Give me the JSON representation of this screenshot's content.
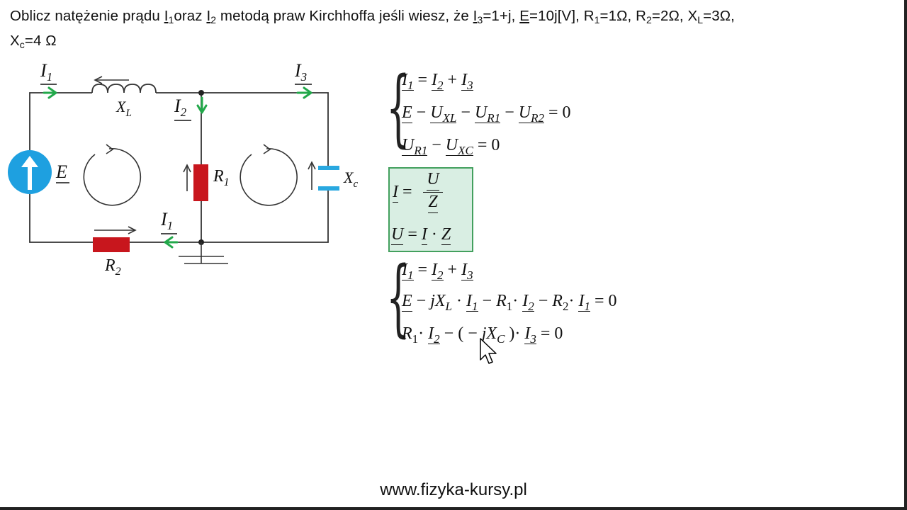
{
  "problem": {
    "seg1": "Oblicz natężenie prądu ",
    "I1_base": "I",
    "I1_sub": "1",
    "seg2": "oraz ",
    "I2_base": "I",
    "I2_sub": "2",
    "seg3": " metodą praw Kirchhoffa jeśli wiesz, że ",
    "I3_base": "I",
    "I3_sub": "3",
    "seg4": "=1+j, ",
    "E": "E",
    "seg5": "=10j[V], R",
    "R1_sub": "1",
    "seg6": "=1Ω, R",
    "R2_sub": "2",
    "seg7": "=2Ω, X",
    "XL_sub": "L",
    "seg8": "=3Ω,",
    "line2_X": "X",
    "Xc_sub": "c",
    "line2_rest": "=4 Ω"
  },
  "circuit_labels": {
    "I1_top": "I",
    "I1_top_sub": "1",
    "XL": "X",
    "XL_sub": "L",
    "I2": "I",
    "I2_sub": "2",
    "I3": "I",
    "I3_sub": "3",
    "E": "E",
    "R1": "R",
    "R1_sub": "1",
    "Xc": "X",
    "Xc_sub": "c",
    "I1_bottom": "I",
    "I1_bottom_sub": "1",
    "R2": "R",
    "R2_sub": "2"
  },
  "colors": {
    "wire": "#333333",
    "arrow_green": "#22a84a",
    "resistor_red": "#c8161d",
    "capacitor_blue": "#29a8e0",
    "source_blue": "#1ea0e0",
    "box_fill": "#d9eee3",
    "box_border": "#43a05e"
  },
  "icons": [
    "voltage-source-icon",
    "inductor-icon",
    "resistor-icon",
    "capacitor-icon",
    "ground-icon",
    "loop-arrow-icon",
    "mouse-cursor-icon"
  ],
  "system1": {
    "eq1": "I1 = I2 + I3",
    "eq2": "E − U_XL − U_R1 − U_R2 = 0",
    "eq3": "U_R1 − U_XC = 0"
  },
  "ohm_box": {
    "line1": "I = U / Z",
    "line2": "U = I · Z"
  },
  "system2": {
    "eq1": "I1 = I2 + I3",
    "eq2": "E − jX_L · I1 − R1 · I2 − R2 · I1 = 0",
    "eq3": "R1 · I2 − (− jX_C) · I3 = 0"
  },
  "footer": {
    "url": "www.fizyka-kursy.pl"
  }
}
